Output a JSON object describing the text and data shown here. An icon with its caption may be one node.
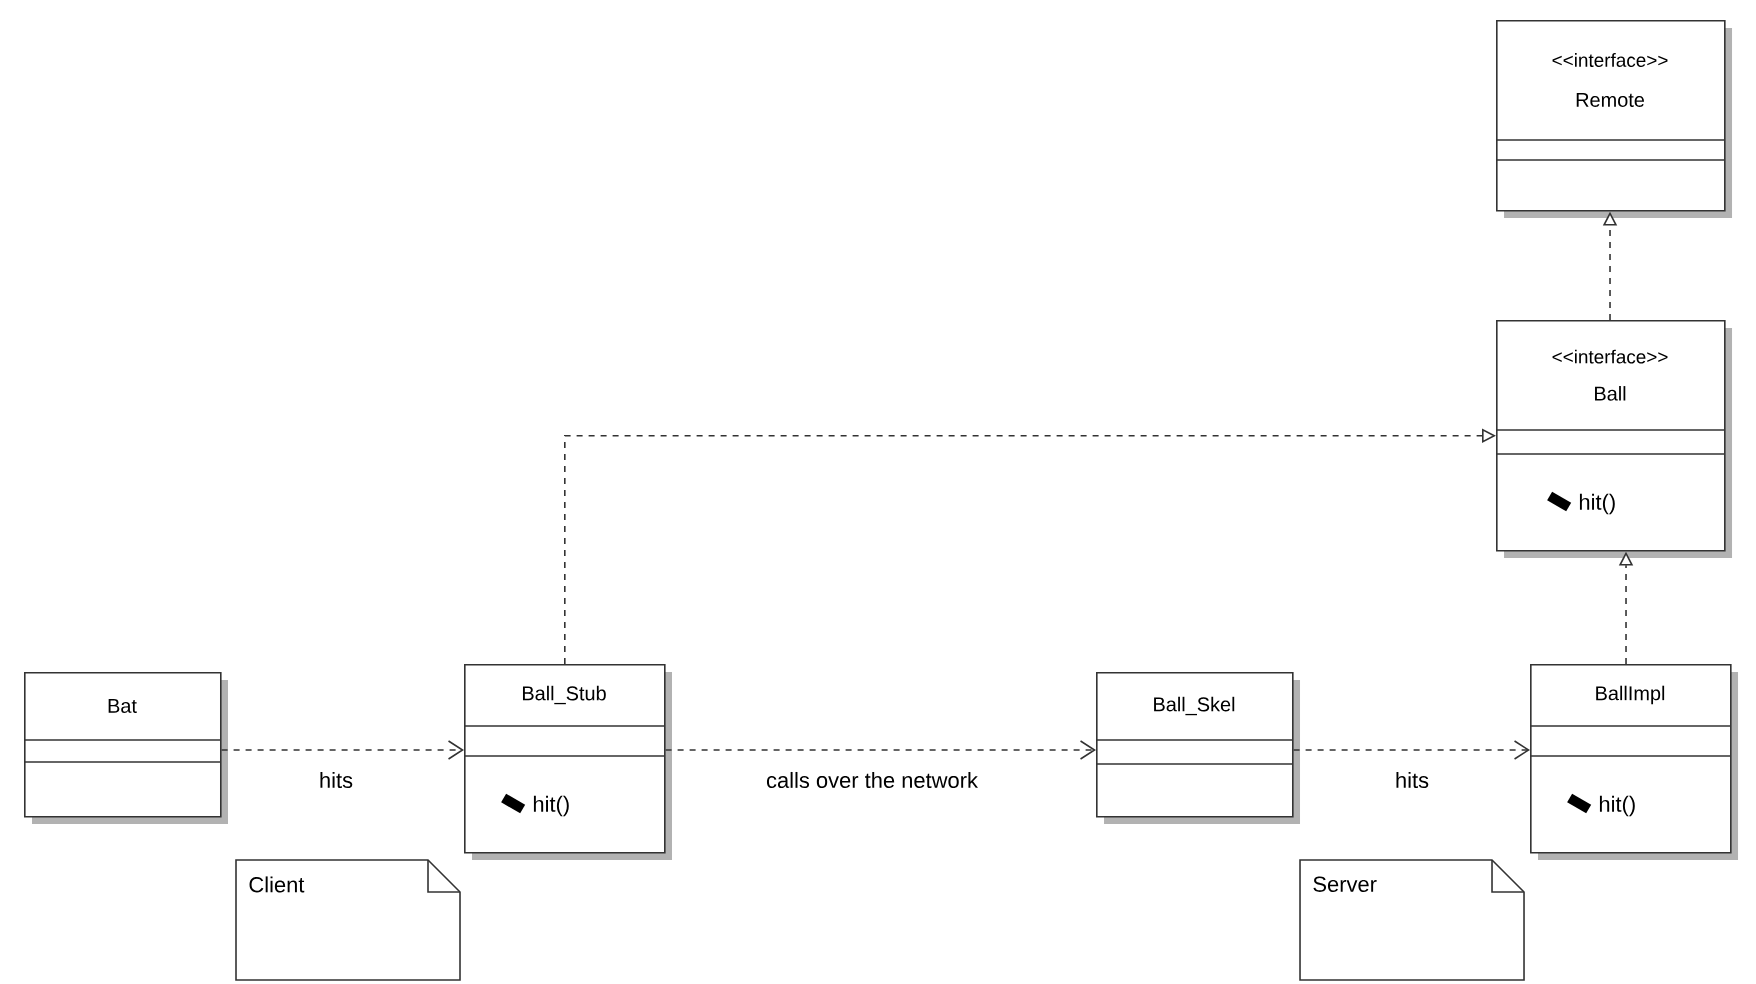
{
  "diagram": {
    "nodes": [
      {
        "text": [
          "<<interface>>",
          "Remote"
        ]
      },
      {
        "text": [
          "<<interface>>",
          "Ball",
          "hit()"
        ]
      },
      {
        "text": [
          "Bat"
        ]
      },
      {
        "text": [
          "Ball_Stub",
          "hit()"
        ]
      },
      {
        "text": [
          "Ball_Skel"
        ]
      },
      {
        "text": [
          "BallImpl",
          "hit()"
        ]
      },
      {
        "text": [
          "Client"
        ]
      },
      {
        "text": [
          "Server"
        ]
      }
    ],
    "edges": [
      {
        "from": 2,
        "to": 3,
        "arrow": "to",
        "label": "hits",
        "style": "dashed"
      },
      {
        "from": 3,
        "to": 4,
        "arrow": "to",
        "label": "calls over the network",
        "style": "dashed"
      },
      {
        "from": 4,
        "to": 5,
        "arrow": "to",
        "label": "hits",
        "style": "dashed"
      },
      {
        "from": 3,
        "to": 1,
        "arrow": "to",
        "style": "dashed"
      },
      {
        "from": 5,
        "to": 1,
        "arrow": "to",
        "style": "dashed"
      },
      {
        "from": 1,
        "to": 0,
        "arrow": "to",
        "style": "dashed"
      }
    ]
  }
}
